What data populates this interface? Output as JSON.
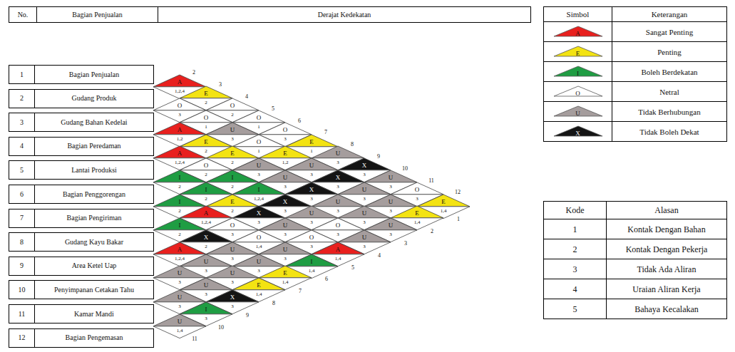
{
  "diagram": {
    "nodes": [
      {
        "text": [
          "A",
          "1,2,4"
        ]
      },
      {
        "text": [
          "E",
          "2"
        ]
      },
      {
        "text": [
          "O",
          "2"
        ]
      },
      {
        "text": [
          "O",
          "1"
        ]
      },
      {
        "text": [
          "O",
          "3"
        ]
      },
      {
        "text": [
          "E",
          "1"
        ]
      },
      {
        "text": [
          "U",
          "3"
        ]
      },
      {
        "text": [
          "X",
          "3"
        ]
      },
      {
        "text": [
          "U",
          "3"
        ]
      },
      {
        "text": [
          "O",
          "3"
        ]
      },
      {
        "text": [
          "E",
          "1,4"
        ]
      },
      {
        "text": [
          "O",
          "3"
        ]
      },
      {
        "text": [
          "O",
          "1"
        ]
      },
      {
        "text": [
          "U",
          "3"
        ]
      },
      {
        "text": [
          "O",
          "1"
        ]
      },
      {
        "text": [
          "E",
          "1,2"
        ]
      },
      {
        "text": [
          "U",
          "3"
        ]
      },
      {
        "text": [
          "X",
          "3"
        ]
      },
      {
        "text": [
          "U",
          "3"
        ]
      },
      {
        "text": [
          "U",
          "3"
        ]
      },
      {
        "text": [
          "E",
          "1,4"
        ]
      },
      {
        "text": [
          "A",
          "1,2"
        ]
      },
      {
        "text": [
          "E",
          "2"
        ]
      },
      {
        "text": [
          "E",
          "2"
        ]
      },
      {
        "text": [
          "U",
          "3"
        ]
      },
      {
        "text": [
          "U",
          "3"
        ]
      },
      {
        "text": [
          "X",
          "3"
        ]
      },
      {
        "text": [
          "U",
          "3"
        ]
      },
      {
        "text": [
          "U",
          "3"
        ]
      },
      {
        "text": [
          "U",
          "3"
        ]
      },
      {
        "text": [
          "A",
          "1,2,4"
        ]
      },
      {
        "text": [
          "O",
          "2"
        ]
      },
      {
        "text": [
          "I",
          "2"
        ]
      },
      {
        "text": [
          "I",
          "1,2,4"
        ]
      },
      {
        "text": [
          "X",
          "3"
        ]
      },
      {
        "text": [
          "U",
          "3"
        ]
      },
      {
        "text": [
          "O",
          "3"
        ]
      },
      {
        "text": [
          "U",
          "3"
        ]
      },
      {
        "text": [
          "I",
          "2"
        ]
      },
      {
        "text": [
          "I",
          "2"
        ]
      },
      {
        "text": [
          "E",
          "2"
        ]
      },
      {
        "text": [
          "X",
          "3"
        ]
      },
      {
        "text": [
          "U",
          "3"
        ]
      },
      {
        "text": [
          "O",
          "3"
        ]
      },
      {
        "text": [
          "A",
          "1,4"
        ]
      },
      {
        "text": [
          "I",
          "2"
        ]
      },
      {
        "text": [
          "A",
          "1,2,4"
        ]
      },
      {
        "text": [
          "O",
          "3"
        ]
      },
      {
        "text": [
          "O",
          "1,4"
        ]
      },
      {
        "text": [
          "U",
          "3"
        ]
      },
      {
        "text": [
          "I",
          "1,4"
        ]
      },
      {
        "text": [
          "I",
          "2"
        ]
      },
      {
        "text": [
          "X",
          "2"
        ]
      },
      {
        "text": [
          "U",
          "3"
        ]
      },
      {
        "text": [
          "U",
          "3"
        ]
      },
      {
        "text": [
          "E",
          "1,4"
        ]
      },
      {
        "text": [
          "A",
          "1,2,4"
        ]
      },
      {
        "text": [
          "U",
          "3"
        ]
      },
      {
        "text": [
          "U",
          "3"
        ]
      },
      {
        "text": [
          "E",
          "1,4"
        ]
      },
      {
        "text": [
          "U",
          "3"
        ]
      },
      {
        "text": [
          "U",
          "3"
        ]
      },
      {
        "text": [
          "X",
          "3"
        ]
      },
      {
        "text": [
          "U",
          "3"
        ]
      },
      {
        "text": [
          "I",
          "3"
        ]
      },
      {
        "text": [
          "U",
          "1,4"
        ]
      }
    ],
    "labels": [
      "No.",
      "Bagian Penjualan",
      "Derajat Kedekatan",
      "1",
      "Bagian Penjualan",
      "2",
      "Gudang Produk",
      "3",
      "Gudang Bahan Kedelai",
      "4",
      "Bagian Peredaman",
      "5",
      "Lantai Produksi",
      "6",
      "Bagian Penggorengan",
      "7",
      "Bagian Pengiriman",
      "8",
      "Gudang Kayu Bakar",
      "9",
      "Area Ketel Uap",
      "10",
      "Penyimpanan Cetakan Tahu",
      "11",
      "Kamar Mandi",
      "12",
      "Bagian Pengemasan",
      "2",
      "3",
      "4",
      "5",
      "6",
      "7",
      "8",
      "9",
      "10",
      "11",
      "12",
      "1",
      "2",
      "3",
      "4",
      "5",
      "6",
      "7",
      "8",
      "9",
      "10",
      "11",
      "Simbol",
      "Keterangan",
      "A",
      "E",
      "I",
      "O",
      "U",
      "X",
      "Kode",
      "Alasan",
      "1",
      "Kontak Dengan Bahan",
      "2",
      "Kontak Dengan Pekerja",
      "3",
      "Tidak Ada Aliran",
      "4",
      "Uraian Aliran Kerja",
      "5",
      "Bahaya Kecalakan"
    ],
    "legend": [
      {
        "text": "Sangat Penting",
        "color": "#e8201e"
      },
      {
        "text": "Penting",
        "color": "#f3e312"
      },
      {
        "text": "Boleh Berdekatan",
        "color": "#1f9d43"
      },
      {
        "text": "Netral",
        "color": "#ffffff"
      },
      {
        "text": "Tidak Berhubungan",
        "color": "#a59d9d"
      },
      {
        "text": "Tidak Boleh Dekat",
        "color": "#141414"
      }
    ]
  }
}
